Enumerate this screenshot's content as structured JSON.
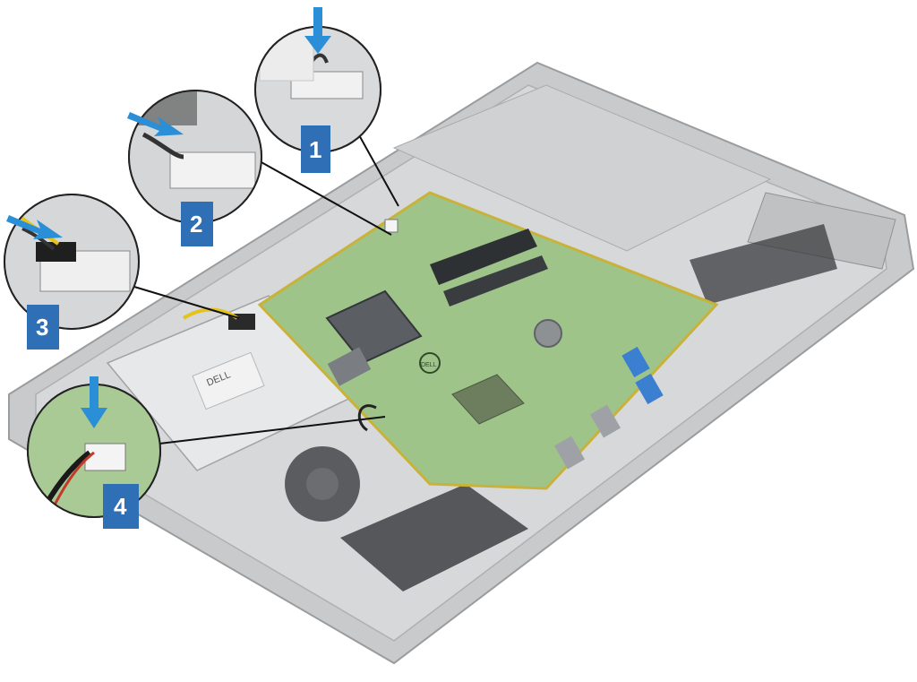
{
  "colors": {
    "callout_badge": "#2f6fb6",
    "arrow": "#2a8fd6",
    "board": "#9fc48a",
    "board_trace": "#c9b23a",
    "chassis": "#c9cbcd",
    "chassis_edge": "#9a9c9e"
  },
  "callouts": [
    {
      "label": "1",
      "name": "callout-1",
      "icon": "arrow-down-icon"
    },
    {
      "label": "2",
      "name": "callout-2",
      "icon": "arrow-right-icon"
    },
    {
      "label": "3",
      "name": "callout-3",
      "icon": "arrow-right-icon"
    },
    {
      "label": "4",
      "name": "callout-4",
      "icon": "arrow-down-icon"
    }
  ],
  "board": {
    "vendor_logo": "DELL",
    "psu_logo": "DELL"
  }
}
